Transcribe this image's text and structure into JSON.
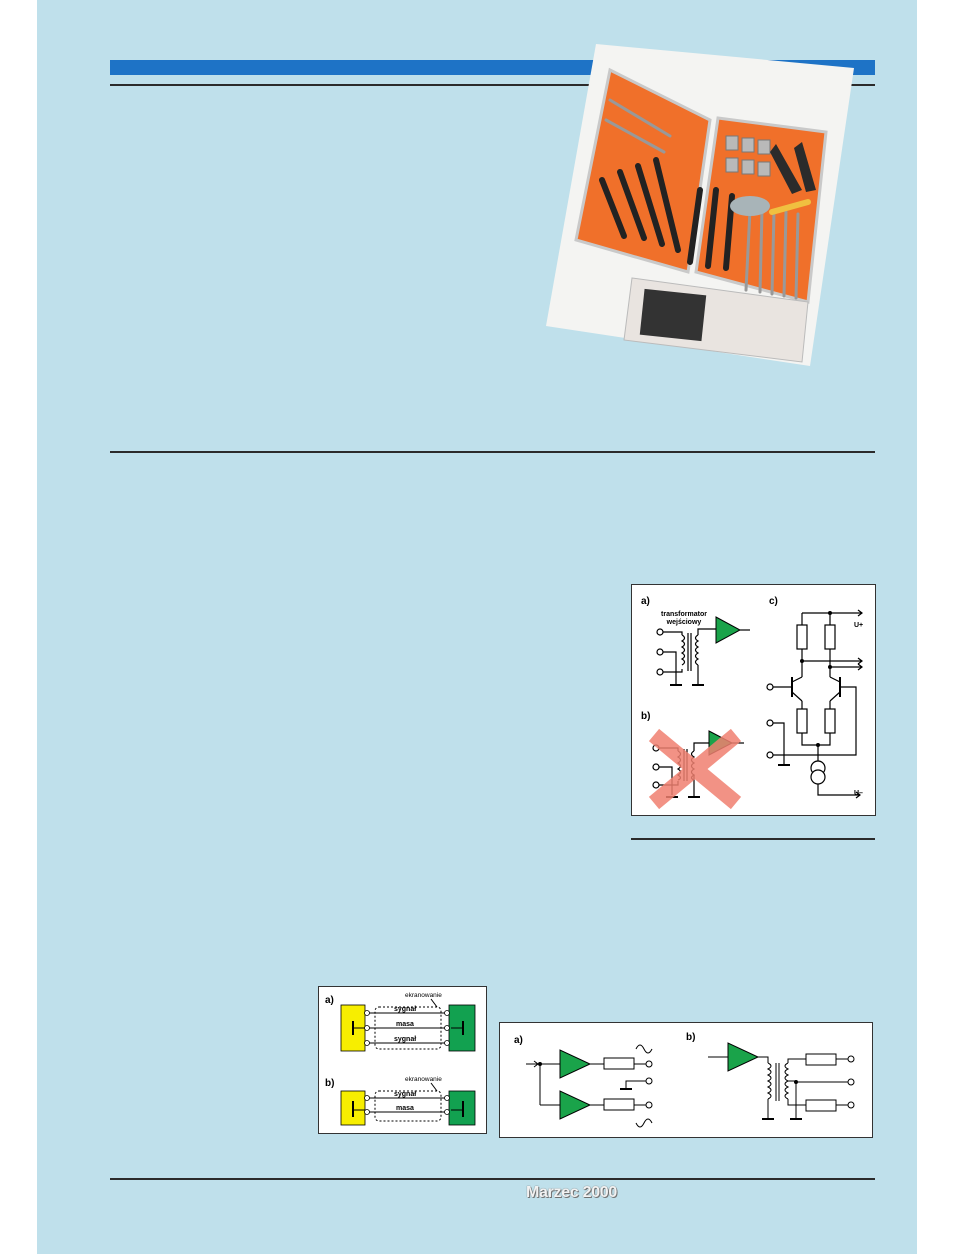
{
  "colors": {
    "page_background": "#bfe0eb",
    "header_bar": "#1e73c6",
    "amplifier_green": "#1aa34a",
    "source_yellow": "#f7ee00",
    "receiver_green": "#12a150",
    "cross_red": "#f08070"
  },
  "photo": {
    "icon": "toolbox-with-tools-image"
  },
  "figure1": {
    "label_a": "a)",
    "label_b": "b)",
    "label_c": "c)",
    "transformer_label_line1": "transformator",
    "transformer_label_line2": "wejściowy",
    "supply_plus": "U+",
    "supply_minus": "U–"
  },
  "figure2": {
    "label_a": "a)",
    "label_b": "b)",
    "shield_label": "ekranowanie",
    "signal_label": "sygnał",
    "ground_label": "masa"
  },
  "figure3": {
    "label_a": "a)",
    "label_b": "b)"
  },
  "footer": {
    "date": "Marzec 2000"
  }
}
